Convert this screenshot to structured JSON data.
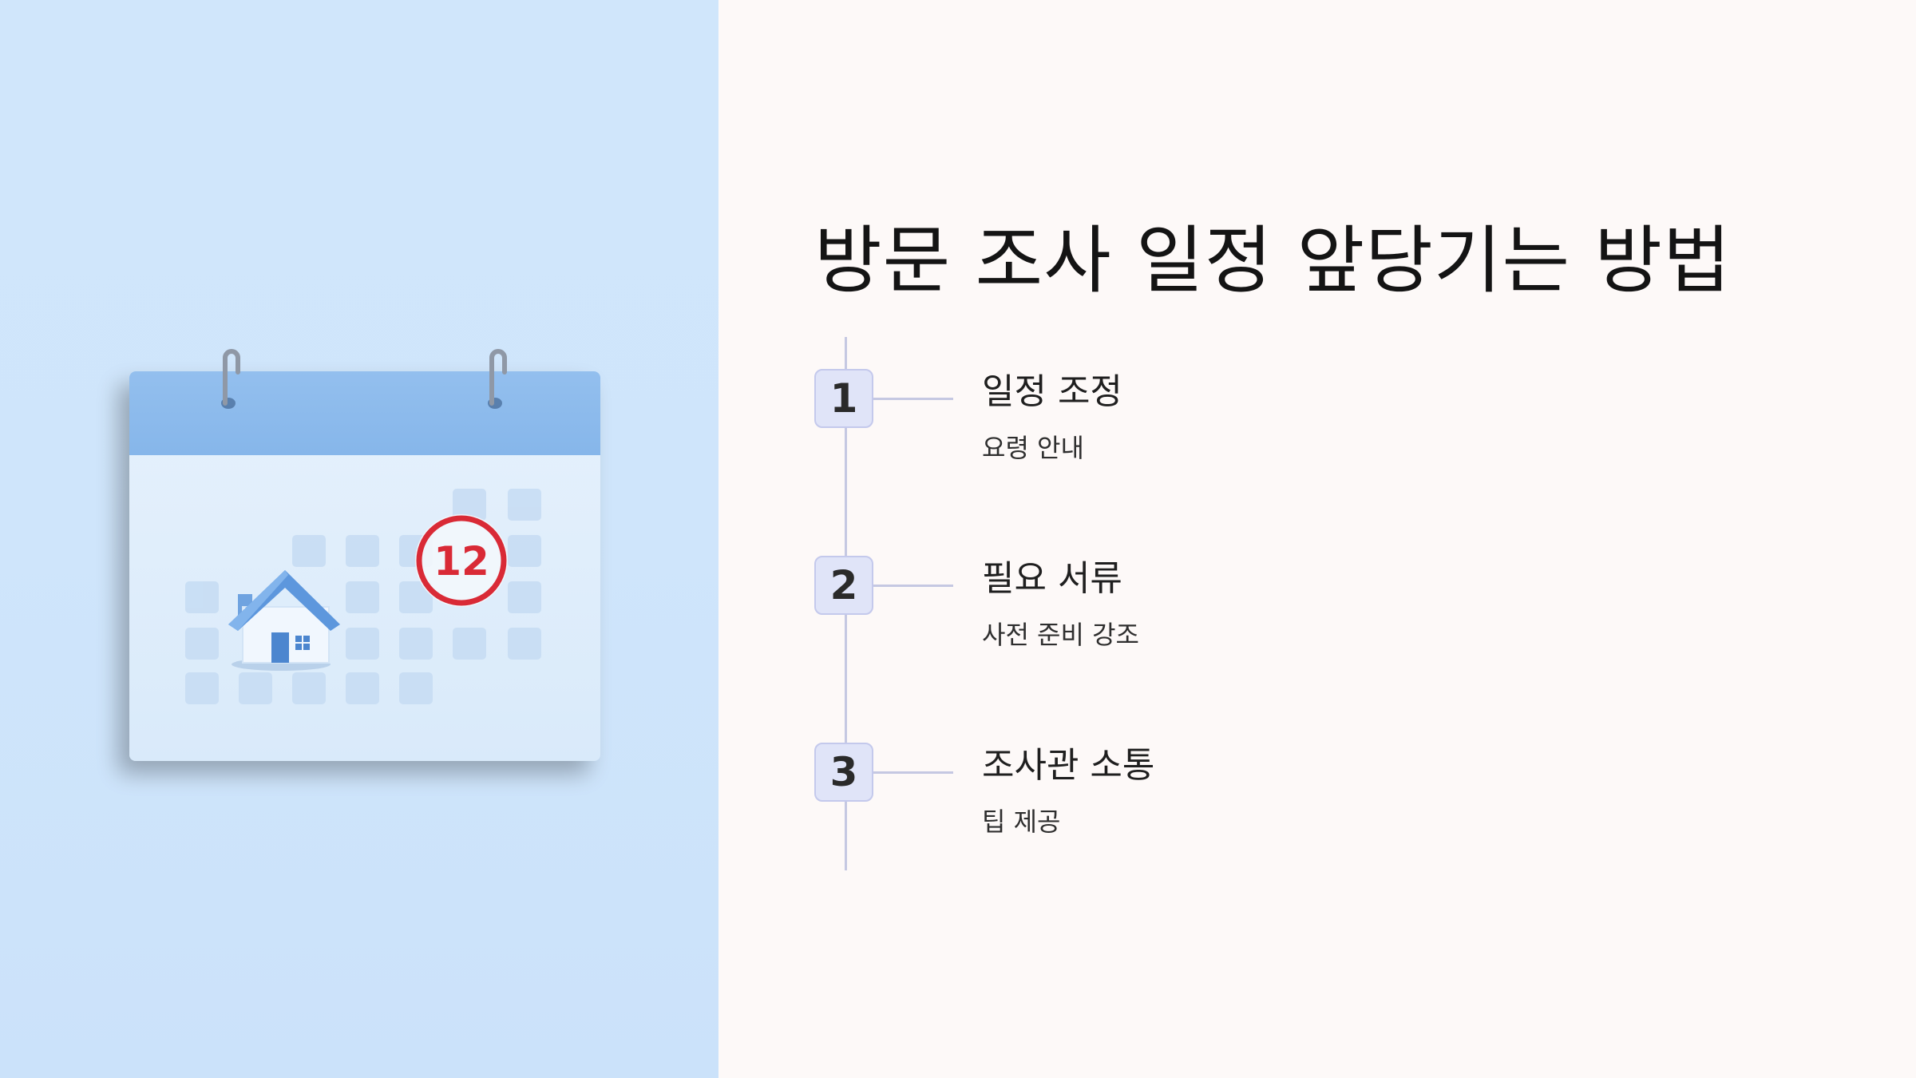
{
  "title": "방문 조사 일정 앞당기는 방법",
  "illustration": {
    "calendar_date": "12",
    "accent_color": "#d92a36",
    "icon": "calendar-with-house-icon"
  },
  "steps": [
    {
      "number": "1",
      "heading": "일정 조정",
      "description": "요령 안내"
    },
    {
      "number": "2",
      "heading": "필요 서류",
      "description": "사전 준비 강조"
    },
    {
      "number": "3",
      "heading": "조사관 소통",
      "description": "팁 제공"
    }
  ]
}
